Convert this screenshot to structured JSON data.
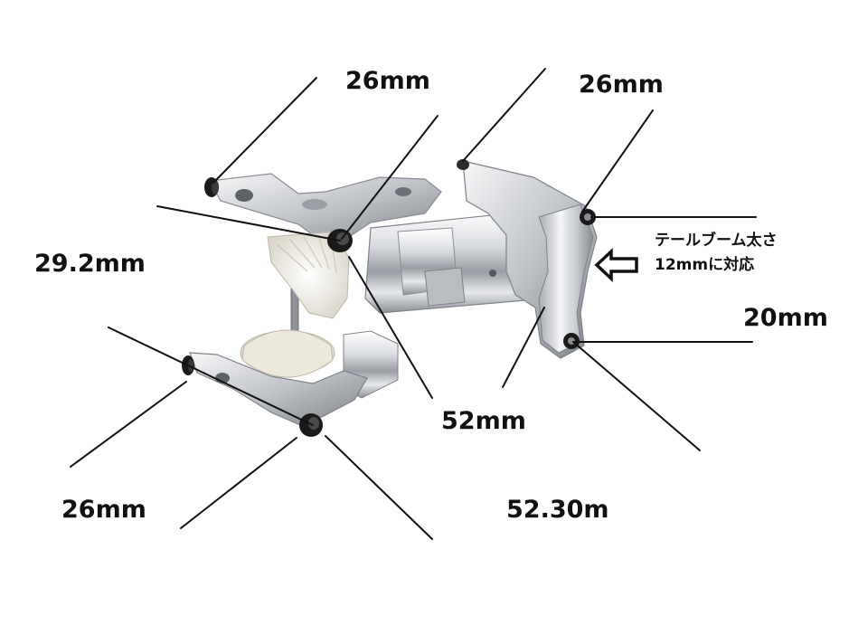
{
  "dimension_labels": {
    "top_left": "26mm",
    "top_right": "26mm",
    "left_mid": "29.2mm",
    "right_mid": "20mm",
    "bottom_center": "52mm",
    "bottom_left": "26mm",
    "bottom_right": "52.30m"
  },
  "note": {
    "line1": "テールブーム太さ",
    "line2": "12mmに対応"
  },
  "icons": {
    "arrow": "outline-arrow-left-icon"
  },
  "colors": {
    "line": "#111111",
    "metal_light": "#f2f3f5",
    "metal_mid": "#c4c7cc",
    "metal_dark": "#7d8187",
    "gear": "#f3f1ea",
    "screw": "#1a1a1a"
  }
}
